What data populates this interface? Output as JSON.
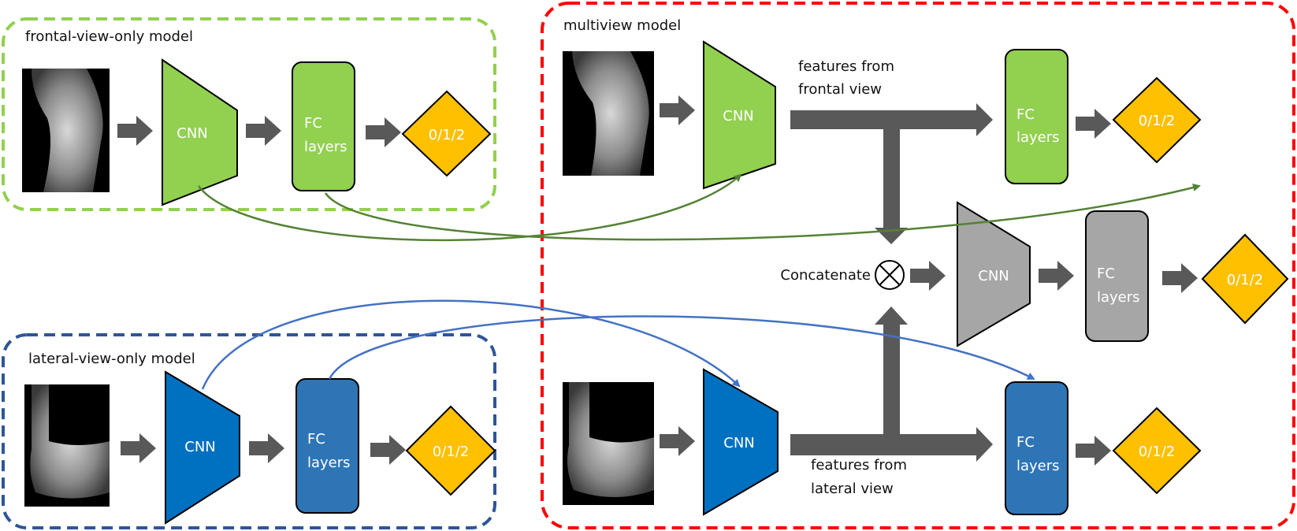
{
  "frontal_model": {
    "title": "frontal-view-only model",
    "cnn_label": "CNN",
    "fc_label_1": "FC",
    "fc_label_2": "layers",
    "output_label": "0/1/2"
  },
  "lateral_model": {
    "title": "lateral-view-only model",
    "cnn_label": "CNN",
    "fc_label_1": "FC",
    "fc_label_2": "layers",
    "output_label": "0/1/2"
  },
  "multiview_model": {
    "title": "multiview model",
    "frontal_features_1": "features from",
    "frontal_features_2": "frontal view",
    "lateral_features_1": "features from",
    "lateral_features_2": "lateral view",
    "concatenate_label": "Concatenate",
    "cnn_label": "CNN",
    "fc_label_1": "FC",
    "fc_label_2": "layers",
    "output_label": "0/1/2"
  },
  "colors": {
    "frontal_green": "#92d050",
    "lateral_blue": "#0070c0",
    "fc_blue": "#2e75b6",
    "combined_gray": "#a6a6a6",
    "output_gold": "#ffc000",
    "arrow_gray": "#595959",
    "multiview_border": "#ff0000",
    "frontal_border": "#92d050",
    "lateral_border": "#2f5597",
    "green_link": "#548235",
    "blue_link": "#4472c4"
  }
}
